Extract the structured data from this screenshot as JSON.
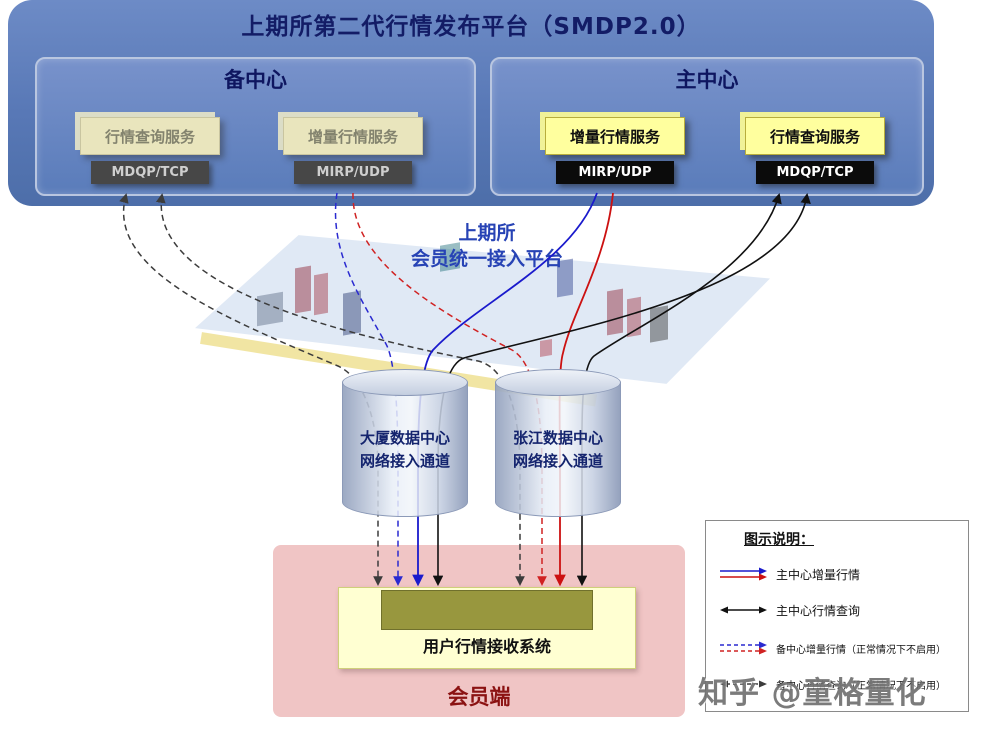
{
  "title": "上期所第二代行情发布平台（SMDP2.0）",
  "backup_center": {
    "label": "备中心",
    "services": [
      {
        "name": "行情查询服务",
        "protocol": "MDQP/TCP"
      },
      {
        "name": "增量行情服务",
        "protocol": "MIRP/UDP"
      }
    ]
  },
  "main_center": {
    "label": "主中心",
    "services": [
      {
        "name": "增量行情服务",
        "protocol": "MIRP/UDP"
      },
      {
        "name": "行情查询服务",
        "protocol": "MDQP/TCP"
      }
    ]
  },
  "access_platform": {
    "line1": "上期所",
    "line2": "会员统一接入平台"
  },
  "datacenters": [
    {
      "name": "大厦数据中心",
      "subtitle": "网络接入通道"
    },
    {
      "name": "张江数据中心",
      "subtitle": "网络接入通道"
    }
  ],
  "member": {
    "label": "会员端",
    "system": "用户行情接收系统"
  },
  "legend": {
    "title": "图示说明：",
    "items": [
      {
        "label": "主中心增量行情"
      },
      {
        "label": "主中心行情查询"
      },
      {
        "label": "备中心增量行情（正常情况下不启用）"
      },
      {
        "label": "备中心行情查询（正常情况下不启用）"
      }
    ]
  },
  "watermark": "知乎 @童格量化",
  "colors": {
    "banner_blue": "#5878b6",
    "title_navy": "#131c66",
    "incremental_blue": "#1a1acc",
    "incremental_red": "#cc1111",
    "query_black": "#111111",
    "backup_dashed_gray": "#3c3c3c",
    "service_yellow": "#ffff9e",
    "member_pink": "#f0c5c5",
    "receiver_yellow": "#ffffd2",
    "receiver_band_olive": "#98973e"
  }
}
